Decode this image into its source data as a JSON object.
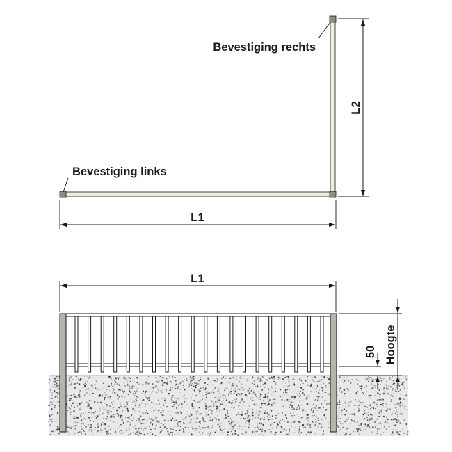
{
  "labels": {
    "mount_right": "Bevestiging rechts",
    "mount_left": "Bevestiging links",
    "length_1_top": "L1",
    "length_2": "L2",
    "length_1_bottom": "L1",
    "height": "Hoogte",
    "offset": "50"
  },
  "colors": {
    "line": "#1a1a1a",
    "rail_fill": "#f1ece2",
    "post_fill": "#b7b2ac",
    "ground_fill": "#e9e9e9",
    "speckle": "#2b2b2b"
  },
  "fence": {
    "bar_count": 20
  }
}
